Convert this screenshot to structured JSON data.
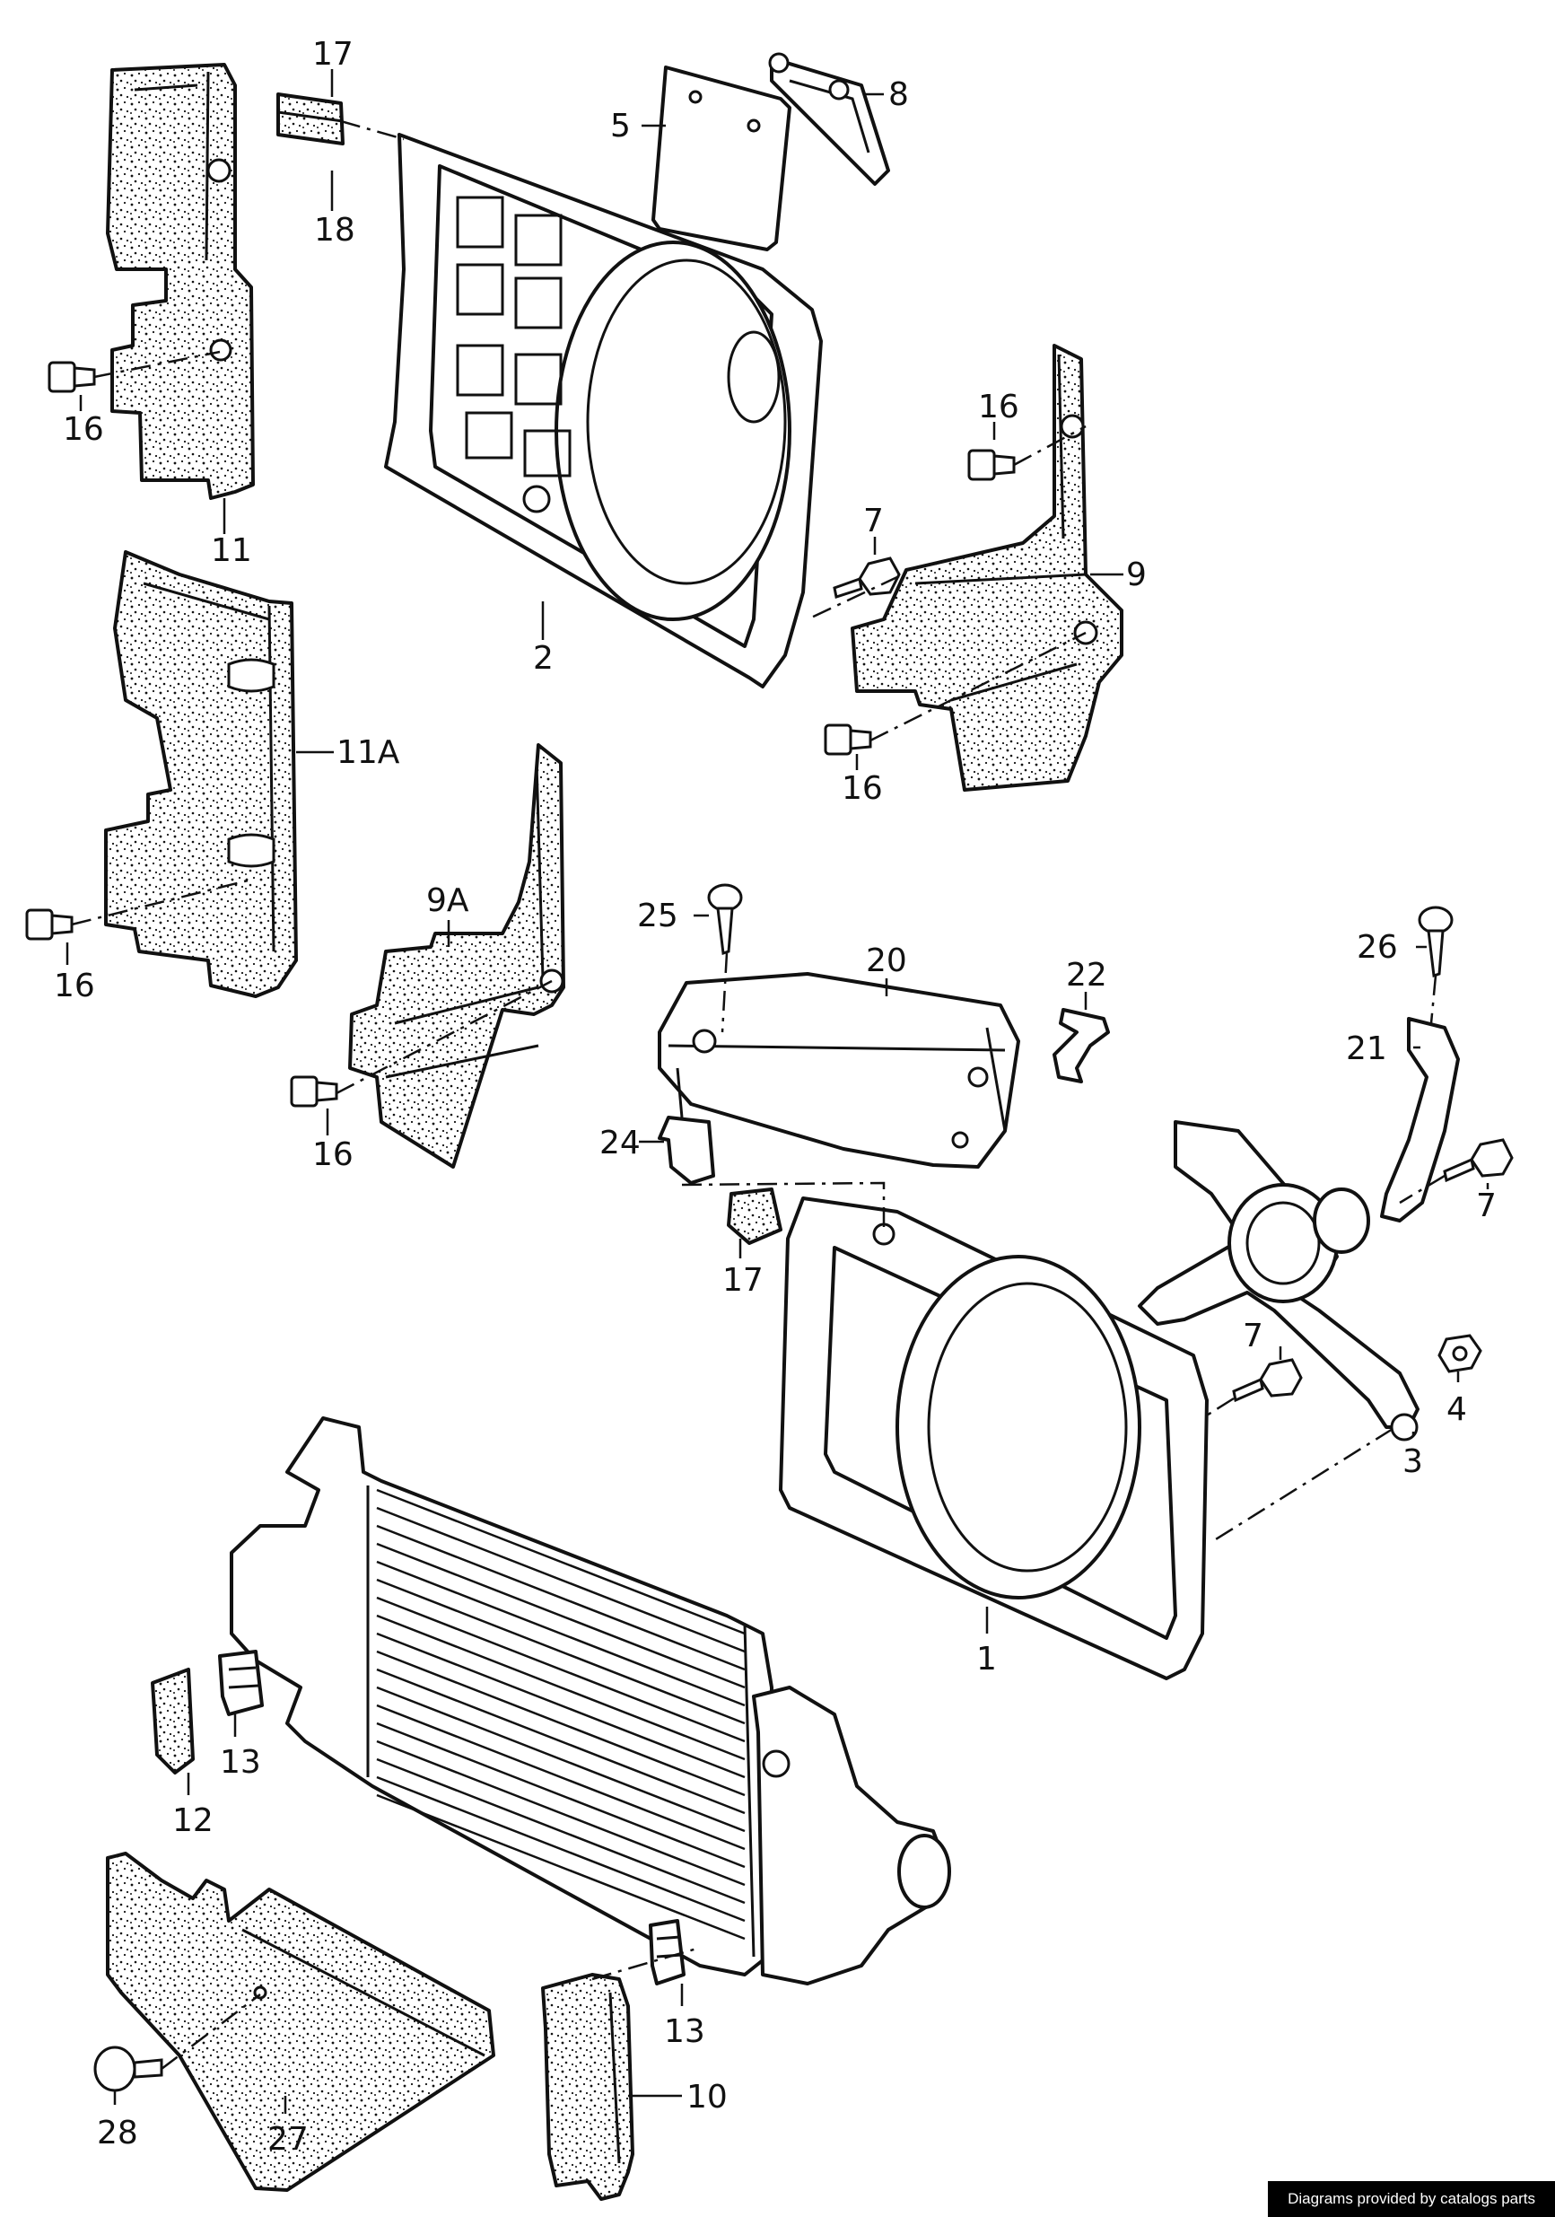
{
  "labels": {
    "p1": "1",
    "p2": "2",
    "p3": "3",
    "p4": "4",
    "p5": "5",
    "p7a": "7",
    "p7b": "7",
    "p7c": "7",
    "p8": "8",
    "p9": "9",
    "p9a": "9A",
    "p10": "10",
    "p11": "11",
    "p11a": "11A",
    "p12": "12",
    "p13a": "13",
    "p13b": "13",
    "p16a": "16",
    "p16b": "16",
    "p16c": "16",
    "p16d": "16",
    "p16e": "16",
    "p17a": "17",
    "p17b": "17",
    "p18": "18",
    "p20": "20",
    "p21": "21",
    "p22": "22",
    "p24": "24",
    "p25": "25",
    "p26": "26",
    "p27": "27",
    "p28": "28"
  },
  "credit": "Diagrams provided by catalogs parts",
  "colors": {
    "line": "#111111",
    "paper": "#ffffff",
    "badge": "#000000"
  }
}
